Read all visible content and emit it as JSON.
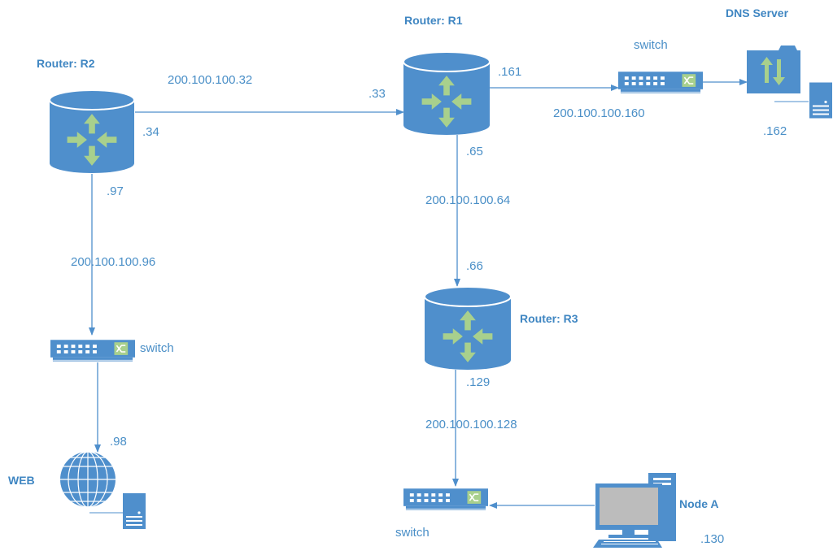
{
  "colors": {
    "primary": "#4f8fcc",
    "line": "#4f8fcc",
    "arrow_green": "#a8d08d",
    "text": "#4a8fc7",
    "screen": "#bcbcbc"
  },
  "routers": {
    "r1": {
      "title": "Router: R1"
    },
    "r2": {
      "title": "Router: R2"
    },
    "r3": {
      "title": "Router: R3"
    }
  },
  "dns": {
    "title": "DNS Server",
    "ip": ".162"
  },
  "web": {
    "title": "WEB",
    "ip": ".98"
  },
  "node_a": {
    "title": "Node A",
    "ip": ".130"
  },
  "switches": {
    "left": {
      "label": "switch"
    },
    "top_right": {
      "label": "switch"
    },
    "bottom": {
      "label": "switch"
    }
  },
  "links": {
    "r2_r1": {
      "network": "200.100.100.32",
      "r2_port": ".34",
      "r1_port": ".33"
    },
    "r1_r3": {
      "network": "200.100.100.64",
      "r1_port": ".65",
      "r3_port": ".66"
    },
    "r1_dns": {
      "network": "200.100.100.160",
      "r1_port": ".161"
    },
    "r2_web": {
      "network": "200.100.100.96",
      "r2_port": ".97"
    },
    "r3_nodea": {
      "network": "200.100.100.128",
      "r3_port": ".129"
    }
  }
}
